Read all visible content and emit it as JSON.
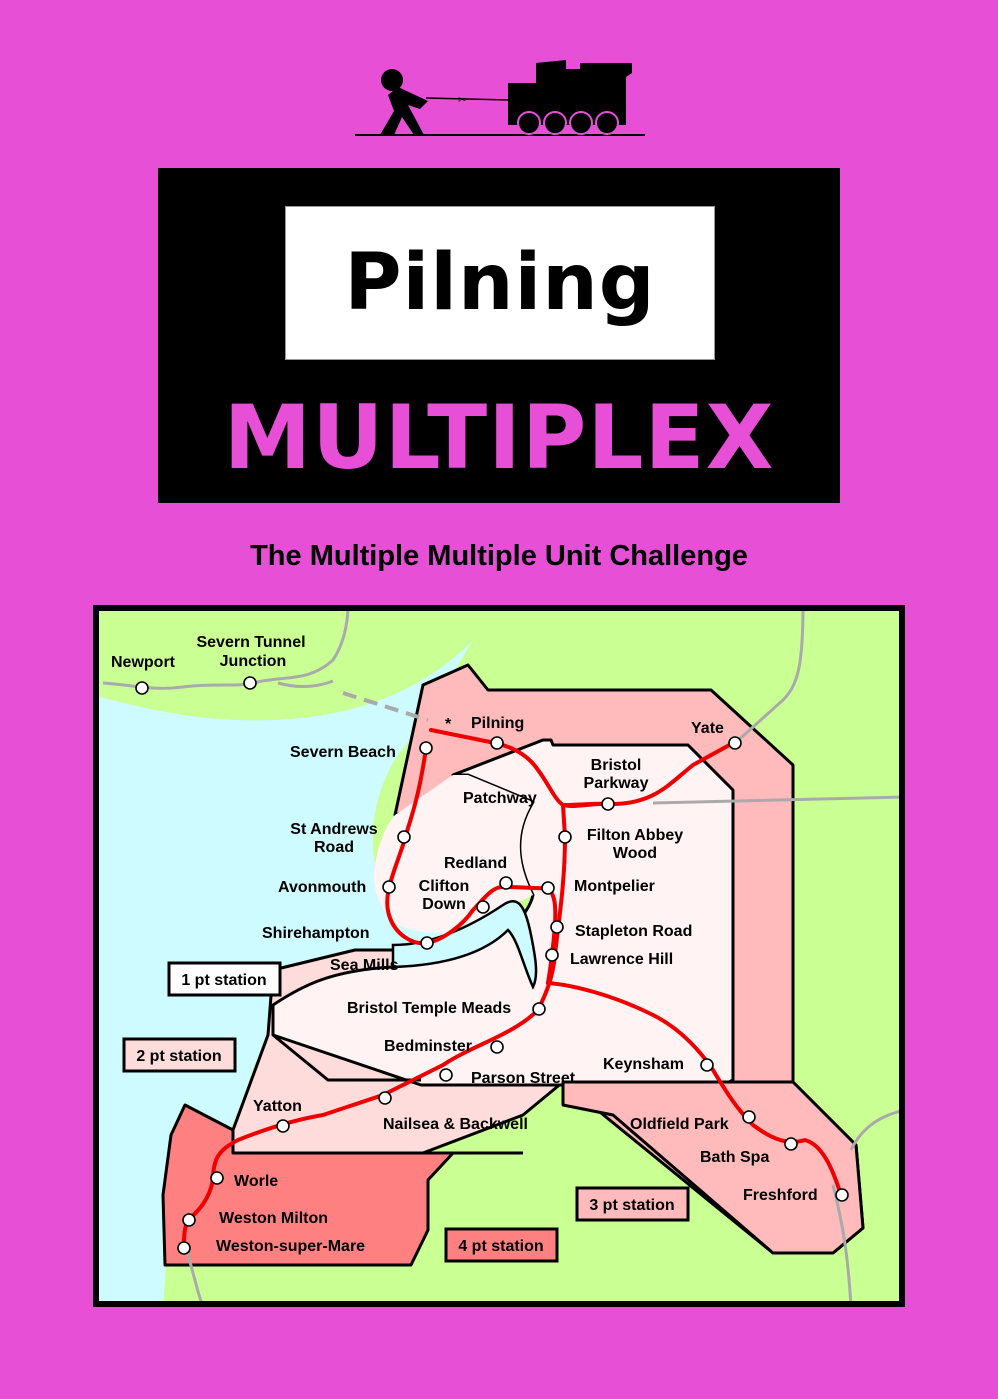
{
  "title": "Pilning",
  "subtitle": "MULTIPLEX",
  "tagline": "The Multiple Multiple Unit Challenge",
  "colors": {
    "background": "#e74fd7",
    "sea": "#cdfbff",
    "land": "#caff94",
    "route_line": "#ee0000",
    "other_line": "#aaaaaa",
    "zone_1pt": "#fff3f3",
    "zone_2pt": "#ffdcdc",
    "zone_3pt": "#ffbbbb",
    "zone_4pt": "#ff8080"
  },
  "legend": {
    "pt1": "1 pt station",
    "pt2": "2 pt station",
    "pt3": "3 pt station",
    "pt4": "4 pt station"
  },
  "map": {
    "start_marker": "*",
    "stations": {
      "newport": "Newport",
      "severn_tunnel_1": "Severn Tunnel",
      "severn_tunnel_2": "Junction",
      "pilning": "Pilning",
      "yate": "Yate",
      "severn_beach": "Severn Beach",
      "bristol_parkway_1": "Bristol",
      "bristol_parkway_2": "Parkway",
      "patchway": "Patchway",
      "st_andrews_1": "St Andrews",
      "st_andrews_2": "Road",
      "filton_1": "Filton Abbey",
      "filton_2": "Wood",
      "redland": "Redland",
      "avonmouth": "Avonmouth",
      "clifton_1": "Clifton",
      "clifton_2": "Down",
      "montpelier": "Montpelier",
      "shirehampton": "Shirehampton",
      "stapleton_road": "Stapleton Road",
      "sea_mills": "Sea Mills",
      "lawrence_hill": "Lawrence Hill",
      "temple_meads": "Bristol Temple Meads",
      "bedminster": "Bedminster",
      "keynsham": "Keynsham",
      "parson_street": "Parson Street",
      "yatton": "Yatton",
      "nailsea": "Nailsea & Backwell",
      "oldfield_park": "Oldfield Park",
      "bath_spa": "Bath Spa",
      "worle": "Worle",
      "freshford": "Freshford",
      "weston_milton": "Weston Milton",
      "weston_super_mare": "Weston-super-Mare"
    }
  }
}
